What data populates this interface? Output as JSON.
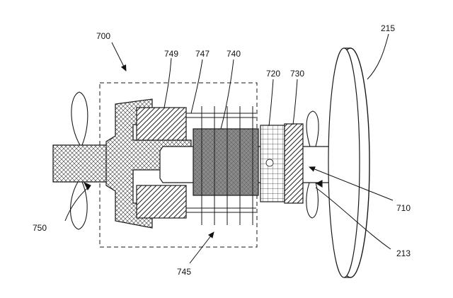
{
  "labels": {
    "l700": "700",
    "l749": "749",
    "l747": "747",
    "l740": "740",
    "l720": "720",
    "l730": "730",
    "l215": "215",
    "l710": "710",
    "l750": "750",
    "l213": "213",
    "l745": "745"
  },
  "colors": {
    "line": "#1a1a1a",
    "coil_fill": "#7a7a7a",
    "background": "#ffffff"
  }
}
